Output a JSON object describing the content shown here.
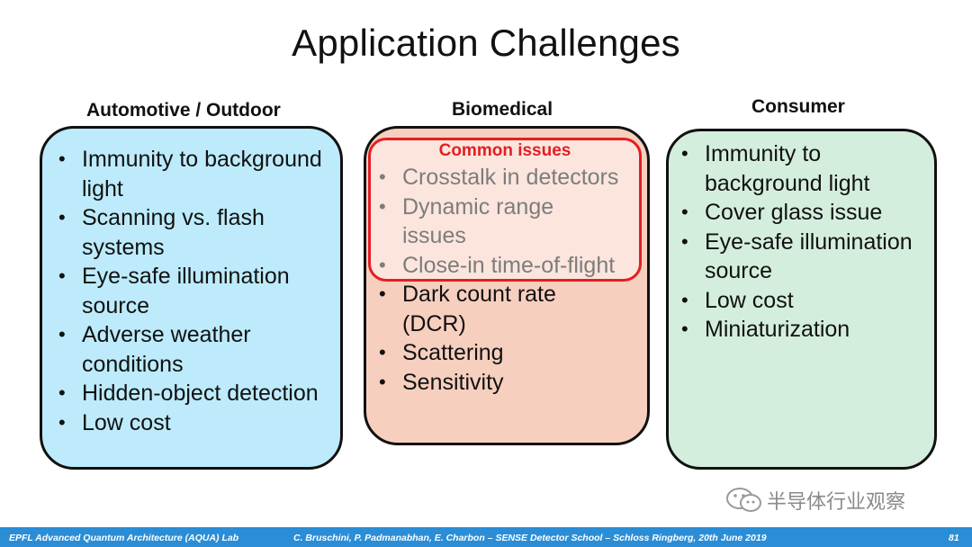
{
  "slide": {
    "title": "Application Challenges"
  },
  "columns": {
    "automotive": {
      "heading": "Automotive / Outdoor",
      "items": [
        "Immunity to background light",
        "Scanning vs. flash systems",
        "Eye-safe illumination source",
        "Adverse weather conditions",
        "Hidden-object detection",
        "Low cost"
      ],
      "color": "#bdebfb"
    },
    "biomedical": {
      "heading": "Biomedical",
      "common_label": "Common issues",
      "items": [
        "Crosstalk in detectors",
        "Dynamic range issues",
        "Close-in time-of-flight",
        "Dark count rate (DCR)",
        "Scattering",
        "Sensitivity"
      ],
      "color": "#f7cfbf",
      "highlight_color": "#e31e24"
    },
    "consumer": {
      "heading": "Consumer",
      "items": [
        "Immunity to background light",
        "Cover glass issue",
        "Eye-safe illumination source",
        "Low cost",
        "Miniaturization"
      ],
      "color": "#d4eedd"
    }
  },
  "footer": {
    "lab": "EPFL Advanced Quantum Architecture (AQUA) Lab",
    "authors": "C. Bruschini, P. Padmanabhan, E. Charbon – SENSE Detector School – Schloss Ringberg, 20th June 2019",
    "page": "81",
    "color": "#2a8dd6"
  },
  "watermark": {
    "text": "半导体行业观察",
    "icon": "wechat-icon"
  }
}
